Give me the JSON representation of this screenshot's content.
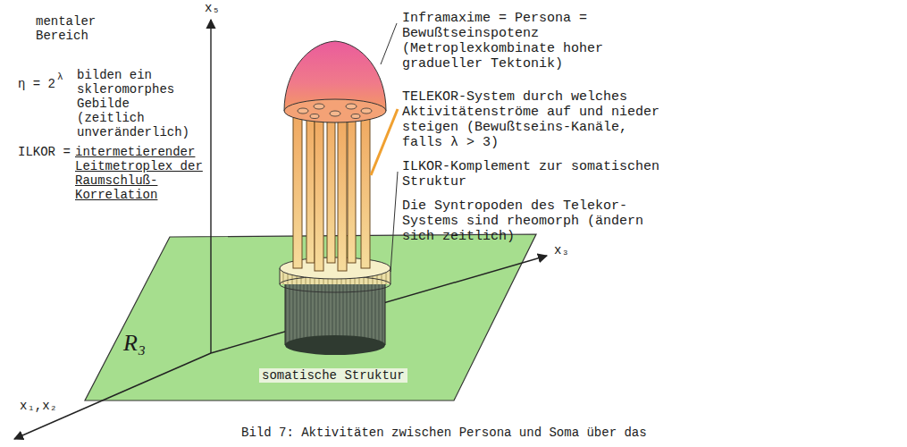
{
  "diagram": {
    "caption": "Bild 7: Aktivitäten zwischen Persona und Soma über das",
    "labels": [
      "x₅",
      "mentaler Bereich",
      "η = 2",
      "λ",
      "bilden ein skleromorphes Gebilde (zeitlich unveränderlich)",
      "ILKOR =",
      "intermetierender Leitmetroplex der Raumschluß-Korrelation",
      "Inframaxime = Persona = Bewußtseinspotenz (Metroplexkombinate hoher gradueller Tektonik)",
      "TELEKOR-System durch welches Aktivitätenströme auf und nieder steigen (Bewußtseins-Kanäle, falls λ > 3)",
      "ILKOR-Komplement zur somatischen Struktur",
      "x₃",
      "Die Syntropoden des Telekor-Systems sind rheomorph (ändern sich zeitlich)",
      "R₃",
      "somatische Struktur",
      "x₁,x₂"
    ]
  }
}
